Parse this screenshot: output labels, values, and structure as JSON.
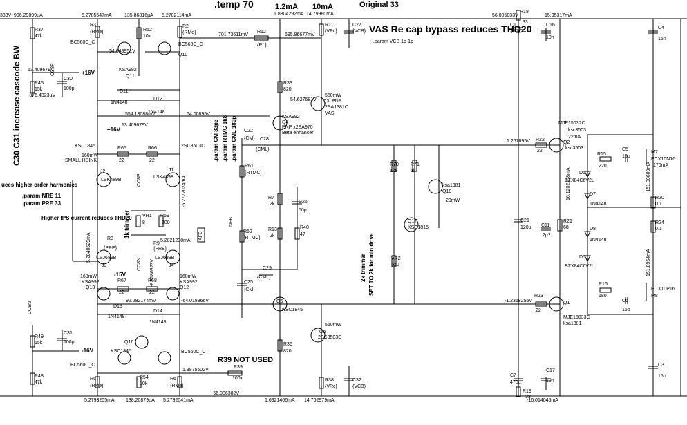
{
  "header": {
    "temp": ".temp 70",
    "i_1_2": "1.2mA",
    "i_10": "10mA",
    "orig": "Original 33"
  },
  "notes": {
    "cascode": "C30 C31 increase cascode BW",
    "vas_recap": "VAS Re cap bypass reduces THD20",
    "param_vcb": ".param VCB 1p-1p",
    "harmonics": "uces higher order harmonics",
    "param_nre": ".param NRE 11",
    "param_pre": ".param PRE 33",
    "ips_current": "Higher IPS current reduces THD20",
    "r39_not_used": "R39 NOT USED",
    "cm_params": [
      ".param CM 33p3",
      ".param RTMC 1k8",
      ".param CML 180p"
    ],
    "vr2_trimmer": "2k trimmer",
    "vr2_set": "SET TO 2k for min drive",
    "vr1_trimmer": "1k trimmer"
  },
  "rails": {
    "plus": "+16V",
    "minus": "-15V",
    "minus2": "-16V",
    "plus_tag": "+16V"
  },
  "readouts": {
    "top_left": "333V",
    "top_v1": "906.29899µA",
    "top_r3": "5.2785547mA",
    "top_r52": "135.86816µA",
    "top_r2": "5.2782114mA",
    "top_r18": "56.005833V",
    "top_r18b": "15.95317mA",
    "r12_v": "701.73611mV",
    "r11_v": "695.86677mV",
    "r11_i": "14.79980mA",
    "r11_a": "1.8804292mA",
    "n54_6": "54.648951V",
    "n13_4": "13.409679V",
    "n876": "-876.4323µV",
    "n54_63": "54.627681V",
    "n554": "554.13088mV",
    "n54_0": "54.00895V",
    "n13_4b": "13.409679V",
    "q9_v": "160mW",
    "q2_v": "1.267895V",
    "q2_i": "22mA",
    "q2_i2": "16.1202258mA",
    "j2_i": "-5.2772024mA",
    "j3_i": "5.2840529mA",
    "j4_i": "5.2821238mA",
    "q13_p": "160mW",
    "q12_p": "160mW",
    "n92_2": "92.282174mV",
    "n64_0": "-64.018866V",
    "n8_3": "-8.3186323V",
    "q1_v": "-1.2368256V",
    "r20_i": "-151.98609mA",
    "r24_i": "151.8954mA",
    "bot_r5": "5.2793205mA",
    "bot_r54": "138.20879µA",
    "bot_r6": "5.2792041mA",
    "bot_v": "-56.006382V",
    "bot_r38": "1.6921466mA",
    "bot_r38b": "14.762979mA",
    "bot_r19": "-16.014046mA",
    "q5_p": "550mW",
    "q3_p": "550mW",
    "m7_i": "170mA",
    "q18_p": "20mW",
    "r13_v": "1.3875502V"
  },
  "parts": {
    "R37": "R37",
    "R37v": "47k",
    "R45": "R45",
    "R45v": "15k",
    "C30": "C30",
    "C30v": "100p",
    "R3": "R3",
    "R3v": "{RMe}",
    "R52": "R52",
    "R52v": "10k",
    "R2": "R2",
    "R2v": "{RMe}",
    "R12": "R12",
    "R12v": "{RL}",
    "R11": "R11",
    "R11v": "{VRc}",
    "C27": "C27",
    "C27v": "{VCB}",
    "C1": "C1",
    "C1v": "470µ",
    "R18": "R18",
    "R18v": "33",
    "C16": "C16",
    "C16v": "10n",
    "C4": "C4",
    "C4v": "15n",
    "BC560_1": "BC560C_C",
    "BC560_2": "BC560C_C",
    "Q11": "Q11",
    "Q11t": "KSA992",
    "Q10": "Q10",
    "R33": "R33",
    "R33v": "820",
    "Q3": "Q3",
    "Q3t": "PNP",
    "Q3m": "2SA1381C",
    "Q3n": "VAS",
    "D11": "D11",
    "D11t": "1N4148",
    "D12": "D12",
    "D12t": "1N4148",
    "Q4": "Q4",
    "Q4t": "KSA992",
    "Q4n": "PNP x2SA970",
    "Q4b": "Beta enhancer",
    "C22": "C22",
    "C22v": "{CM}",
    "C28": "C28",
    "C28v": "{CML}",
    "Q9t": "KSC1845",
    "Q9n": "SMALL HSINK",
    "R65": "R65",
    "R65v": "22",
    "R66": "R66",
    "R66v": "22",
    "Q5t": "2SC3503C",
    "J2": "J2",
    "J2t": "LSK489B",
    "J1": "J1",
    "J1t": "LSK489B",
    "R61": "R61",
    "R61v": "{RTMC}",
    "R70": "R70",
    "R70v": "1k8",
    "R71": "R71",
    "R71v": "1k",
    "Q18": "Q18",
    "Q18t": "ksa1381",
    "R22": "R22",
    "R22v": "22",
    "Q2": "Q2",
    "Q2t": "MJE15032C",
    "Q2m": "ksc3503",
    "R15": "R15",
    "R15v": "220",
    "C5": "C5",
    "C5v": "15p",
    "M7": "M7",
    "M7t": "ECX10N16",
    "D5": "D5",
    "D7": "D7",
    "D7t": "1N4148",
    "R20": "R20",
    "R20v": "0.1",
    "R7": "R7",
    "R7v": "2k",
    "C26": "C26",
    "C26v": "50p",
    "R13": "R13",
    "R13v": "2k",
    "R40": "R40",
    "R40v": "47",
    "VR1": "VR1",
    "VR1v": "8",
    "R69": "R69",
    "R69v": "300",
    "R8": "R8",
    "R8v": "{PRE}",
    "R9": "R9",
    "R9v": "{PRE}",
    "R62": "R62",
    "R62v": "{RTMC}",
    "Q17": "Q17",
    "Q17t": "KSC1815",
    "VR2": "VR2",
    "VR2v": "510",
    "C21": "C21",
    "C21v": "120µ",
    "C11": "C11",
    "C11v": "2µ2",
    "R21": "R21",
    "R21v": "68",
    "D8": "D8",
    "D8t": "1N4148",
    "D6": "D6",
    "R24": "R24",
    "R24v": "0.1",
    "J3": "J3",
    "J3t": "LSJ689B",
    "J4": "J4",
    "J4t": "LSJ689B",
    "C29": "C29",
    "C29v": "{CML}",
    "C25": "C25",
    "C25v": "{CM}",
    "Q13": "Q13",
    "Q13t": "KSA992",
    "R67": "R67",
    "R67v": "22",
    "R68": "R68",
    "R68v": "22",
    "Q12": "Q12",
    "Q12t": "KSA992",
    "D13": "D13",
    "D13t": "1N4148",
    "D14": "D14",
    "D14t": "1N4148",
    "Q6": "Q6",
    "Q6t": "KSC1845",
    "R23": "R23",
    "R23v": "22",
    "Q1": "Q1",
    "Q1t": "MJE15033C",
    "Q1m": "ksa1381",
    "R16": "R16",
    "R16v": "180",
    "C6": "C6",
    "C6v": "15p",
    "M8": "M8",
    "M8t": "ECX10P16",
    "C31": "C31",
    "C31v": "100p",
    "R49": "R49",
    "R49v": "15k",
    "Q16": "Q16",
    "Q16t": "KSC1845",
    "BC560_3": "BC560C_C",
    "BC560_4": "BC560C_C",
    "Q5": "Q5",
    "R36": "R36",
    "R36v": "820",
    "R39": "R39",
    "R39v": "100k",
    "R48": "R48",
    "R48v": "47k",
    "R5": "R5",
    "R5v": "{RMe}",
    "R54": "R54",
    "R54v": "10k",
    "R6": "R6",
    "R6v": "{RMe}",
    "R38": "R38",
    "R38v": "{VRc}",
    "C32": "C32",
    "C32v": "{VCB}",
    "C7": "C7",
    "C7v": "470µ",
    "R19": "R19",
    "R19v": "33",
    "C17": "C17",
    "C17v": "10n",
    "C3": "C3",
    "C3v": "15n",
    "CC8P": "CC8P",
    "CC8N": "CC8N",
    "NFB": "NFB",
    "AFB": "AFB",
    "BZX": "BZX84C6V2L"
  }
}
